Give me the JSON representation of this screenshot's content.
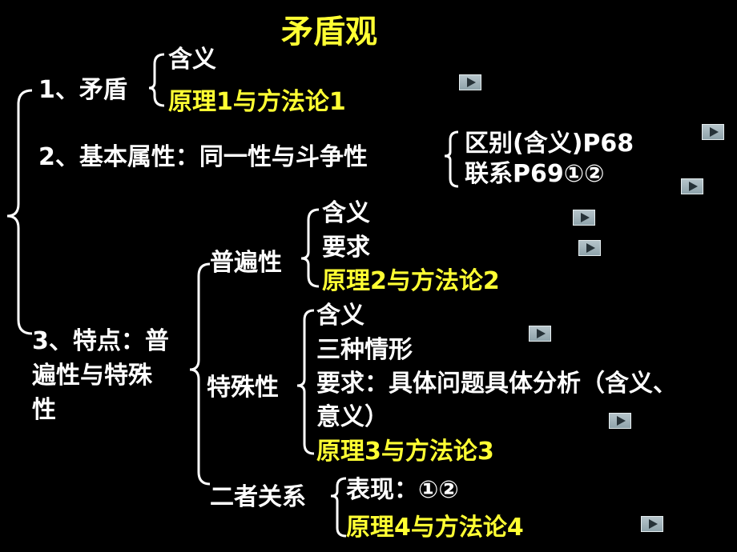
{
  "title": "矛盾观",
  "item1": {
    "label": "1、矛盾",
    "sub": [
      "含义",
      "原理1与方法论1"
    ]
  },
  "item2": {
    "label": "2、基本属性：同一性与斗争性",
    "sub": [
      "区别(含义)P68",
      "联系P69①②"
    ]
  },
  "item3": {
    "label_lines": [
      "3、特点：普",
      "遍性与特殊",
      "性"
    ],
    "universal": {
      "label": "普遍性",
      "sub": [
        "含义",
        "要求",
        "原理2与方法论2"
      ]
    },
    "particular": {
      "label": "特殊性",
      "sub": [
        "含义",
        "三种情形",
        "要求：具体问题具体分析（含义、",
        "意义）",
        "原理3与方法论3"
      ]
    },
    "relation": {
      "label": "二者关系",
      "sub": [
        "表现：①②",
        "原理4与方法论4"
      ]
    }
  },
  "colors": {
    "background": "#000000",
    "text": "#ffffff",
    "highlight": "#ffff33"
  },
  "nav_icon": "play-triangle-icon"
}
